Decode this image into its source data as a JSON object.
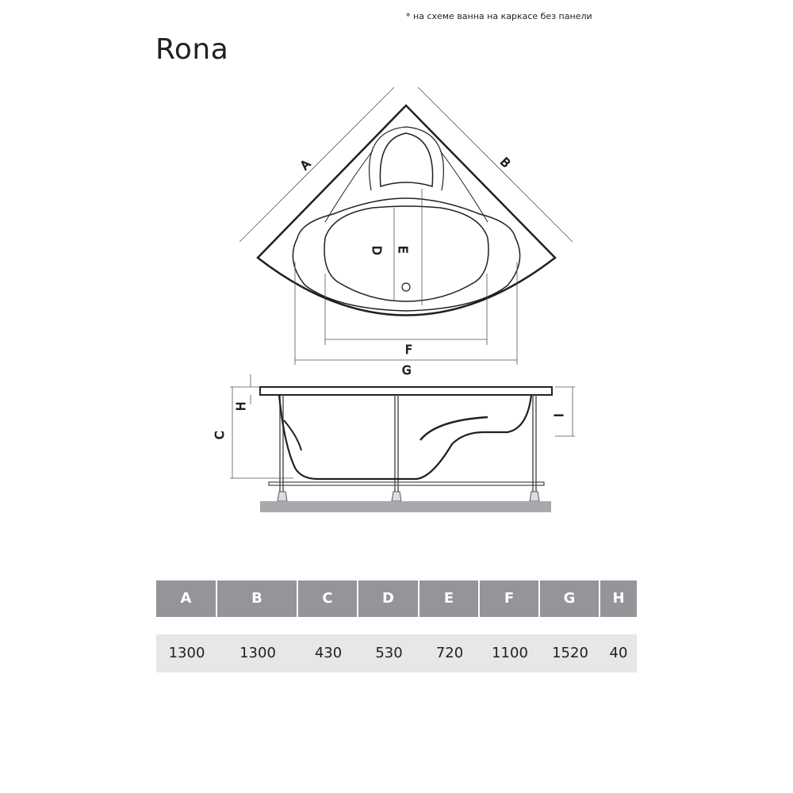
{
  "note": "* на схеме ванна на каркасе без панели",
  "title": "Rona",
  "drawing_labels": {
    "A": "A",
    "B": "B",
    "D": "D",
    "E": "E",
    "F": "F",
    "G": "G",
    "C": "C",
    "H": "H",
    "I": "I"
  },
  "table": {
    "headers": [
      "A",
      "B",
      "C",
      "D",
      "E",
      "F",
      "G",
      "H"
    ],
    "values": [
      "1300",
      "1300",
      "430",
      "530",
      "720",
      "1100",
      "1520",
      "40"
    ]
  }
}
